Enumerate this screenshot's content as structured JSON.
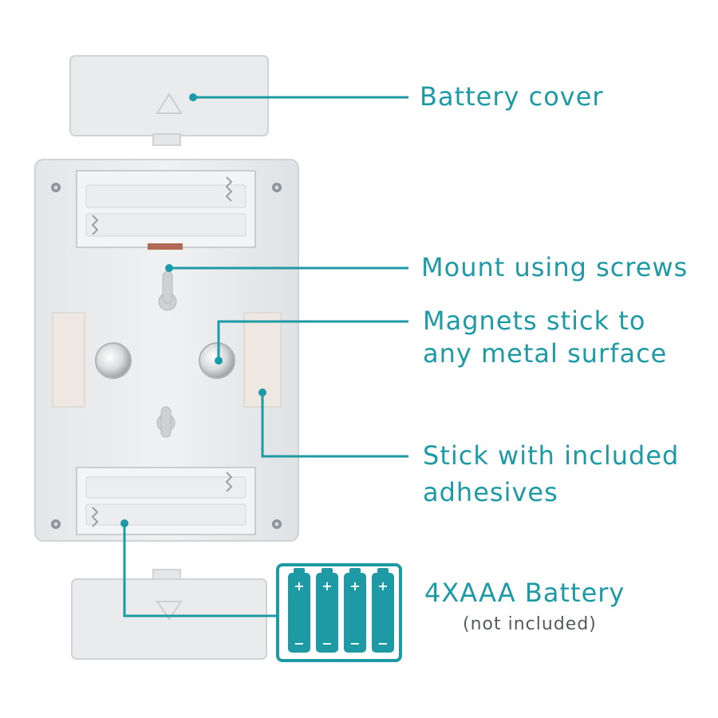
{
  "labels": {
    "battery_cover": "Battery cover",
    "mount_screws": "Mount using screws",
    "magnets_line1": "Magnets stick to",
    "magnets_line2": "any metal surface",
    "adhesive_line1": "Stick with included",
    "adhesive_line2": "adhesives",
    "battery_main": "4XAAA Battery",
    "battery_note": "(not included)"
  },
  "battery_icon": {
    "count": 4,
    "plus": "+",
    "minus": "−"
  },
  "colors": {
    "accent": "#1e9aa5",
    "device_body": "#e8eaec",
    "device_edge": "#cfd3d6",
    "note_text": "#555a5c"
  }
}
